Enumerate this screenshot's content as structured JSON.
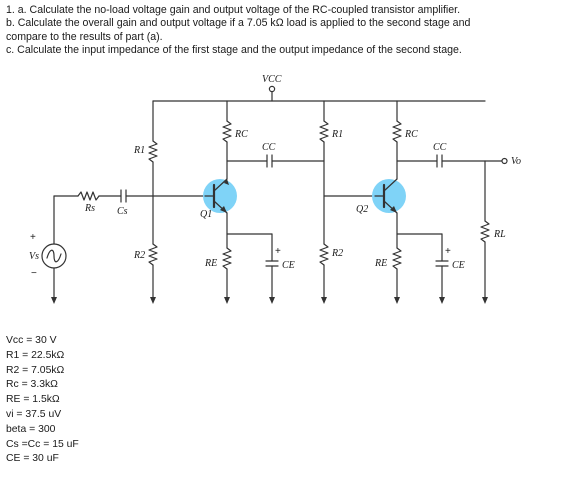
{
  "question": {
    "line_a": "1. a. Calculate the no-load voltage gain and output voltage of the RC-coupled transistor amplifier.",
    "line_b1": "b. Calculate the overall gain and output voltage if a 7.05 kΩ load is applied to the second stage and",
    "line_b2": "compare to the results of part (a).",
    "line_c": "c. Calculate the input impedance of the first stage and the output impedance of the second stage."
  },
  "circuit": {
    "vcc_label": "VCC",
    "rs_label": "Rs",
    "cs_label": "Cs",
    "r1_label": "R1",
    "r2_label": "R2",
    "rc_label": "RC",
    "re_label": "RE",
    "cc_label": "CC",
    "ce_label": "CE",
    "q1_label": "Q1",
    "q2_label": "Q2",
    "rl_label": "RL",
    "vs_label": "Vs",
    "vo_label": "Vo",
    "plus": "+",
    "minus": "−"
  },
  "givens": [
    "Vcc = 30 V",
    "R1 = 22.5kΩ",
    "R2 = 7.05kΩ",
    "Rc = 3.3kΩ",
    "RE = 1.5kΩ",
    "vi = 37.5 uV",
    "beta = 300",
    "Cs =Cc = 15 uF",
    "CE = 30 uF"
  ],
  "colors": {
    "wire": "#333333",
    "transistor_fill": "#7fd3f7",
    "text": "#1a1a1a"
  }
}
